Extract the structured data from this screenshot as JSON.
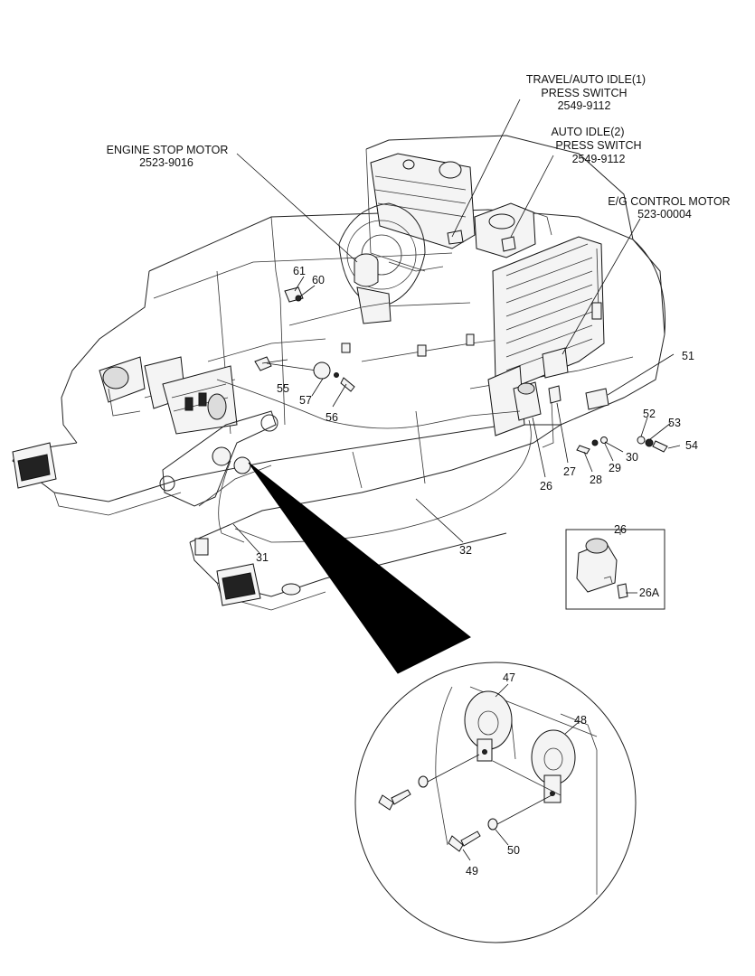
{
  "callouts": {
    "travel_auto_idle": {
      "line1": "TRAVEL/AUTO IDLE(1)",
      "line2": "PRESS SWITCH",
      "line3": "2549-9112"
    },
    "auto_idle_2": {
      "line1": "AUTO IDLE(2)",
      "line2": "PRESS SWITCH",
      "line3": "2549-9112"
    },
    "engine_stop_motor": {
      "line1": "ENGINE STOP MOTOR",
      "line2": "2523-9016"
    },
    "eg_control_motor": {
      "line1": "E/G CONTROL MOTOR",
      "line2": "523-00004"
    }
  },
  "part_numbers": {
    "p61": "61",
    "p60": "60",
    "p55": "55",
    "p57": "57",
    "p56": "56",
    "p51": "51",
    "p52": "52",
    "p53": "53",
    "p54": "54",
    "p29": "29",
    "p30": "30",
    "p28": "28",
    "p27": "27",
    "p26": "26",
    "p31": "31",
    "p32": "32",
    "inset_26": "26",
    "inset_26a": "26A",
    "p47": "47",
    "p48": "48",
    "p49": "49",
    "p50": "50"
  }
}
